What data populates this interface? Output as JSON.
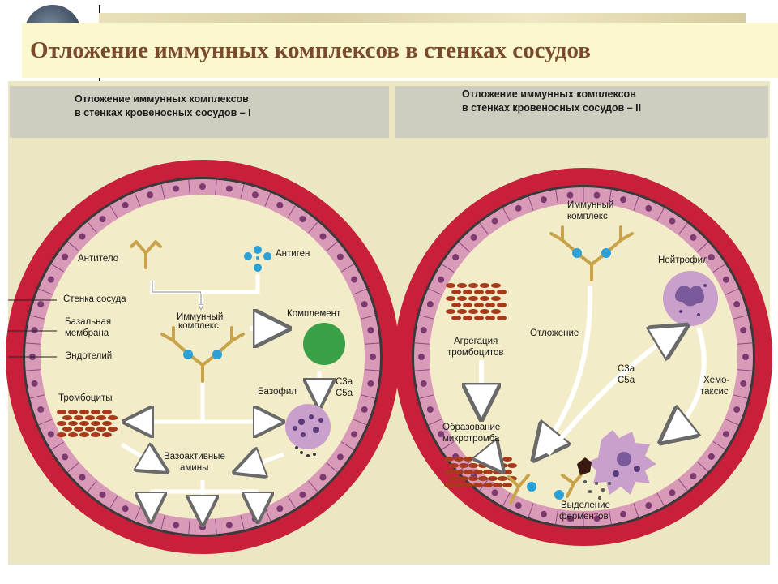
{
  "slide": {
    "title": "Отложение иммунных комплексов в стенках сосудов"
  },
  "panel_left": {
    "caption_line1": "Отложение иммунных комплексов",
    "caption_line2": "в стенках кровеносных сосудов – I",
    "labels": {
      "antibody": "Антитело",
      "antigen": "Антиген",
      "vessel_wall": "Стенка сосуда",
      "basal_membrane_1": "Базальная",
      "basal_membrane_2": "мембрана",
      "endothelium": "Эндотелий",
      "immune_complex_1": "Иммунный",
      "immune_complex_2": "комплекс",
      "complement": "Комплемент",
      "c3a": "C3a",
      "c5a": "C5a",
      "basophil": "Базофил",
      "platelets": "Тромбоциты",
      "vasoactive_1": "Вазоактивные",
      "vasoactive_2": "амины"
    }
  },
  "panel_right": {
    "caption_line1": "Отложение иммунных комплексов",
    "caption_line2": "в стенках кровеносных сосудов – II",
    "labels": {
      "immune_complex_1": "Иммунный",
      "immune_complex_2": "комплекс",
      "neutrophil": "Нейтрофил",
      "aggregation_1": "Агрегация",
      "aggregation_2": "тромбоцитов",
      "deposition": "Отложение",
      "c3a": "C3a",
      "c5a": "C5a",
      "chemotaxis_1": "Хемо-",
      "chemotaxis_2": "таксис",
      "microthrombus_1": "Образование",
      "microthrombus_2": "микротромба",
      "enzymes_1": "Выделение",
      "enzymes_2": "ферментов"
    }
  },
  "colors": {
    "vessel_wall": "#c8203a",
    "endothelium": "#d99ab8",
    "lumen": "#f3ecc8",
    "antibody": "#c9a34a",
    "antigen": "#2aa0d6",
    "complement": "#3aa048",
    "cell": "#c9a0cc",
    "platelets": "#a83a1c",
    "title": "#7a4a2a"
  }
}
